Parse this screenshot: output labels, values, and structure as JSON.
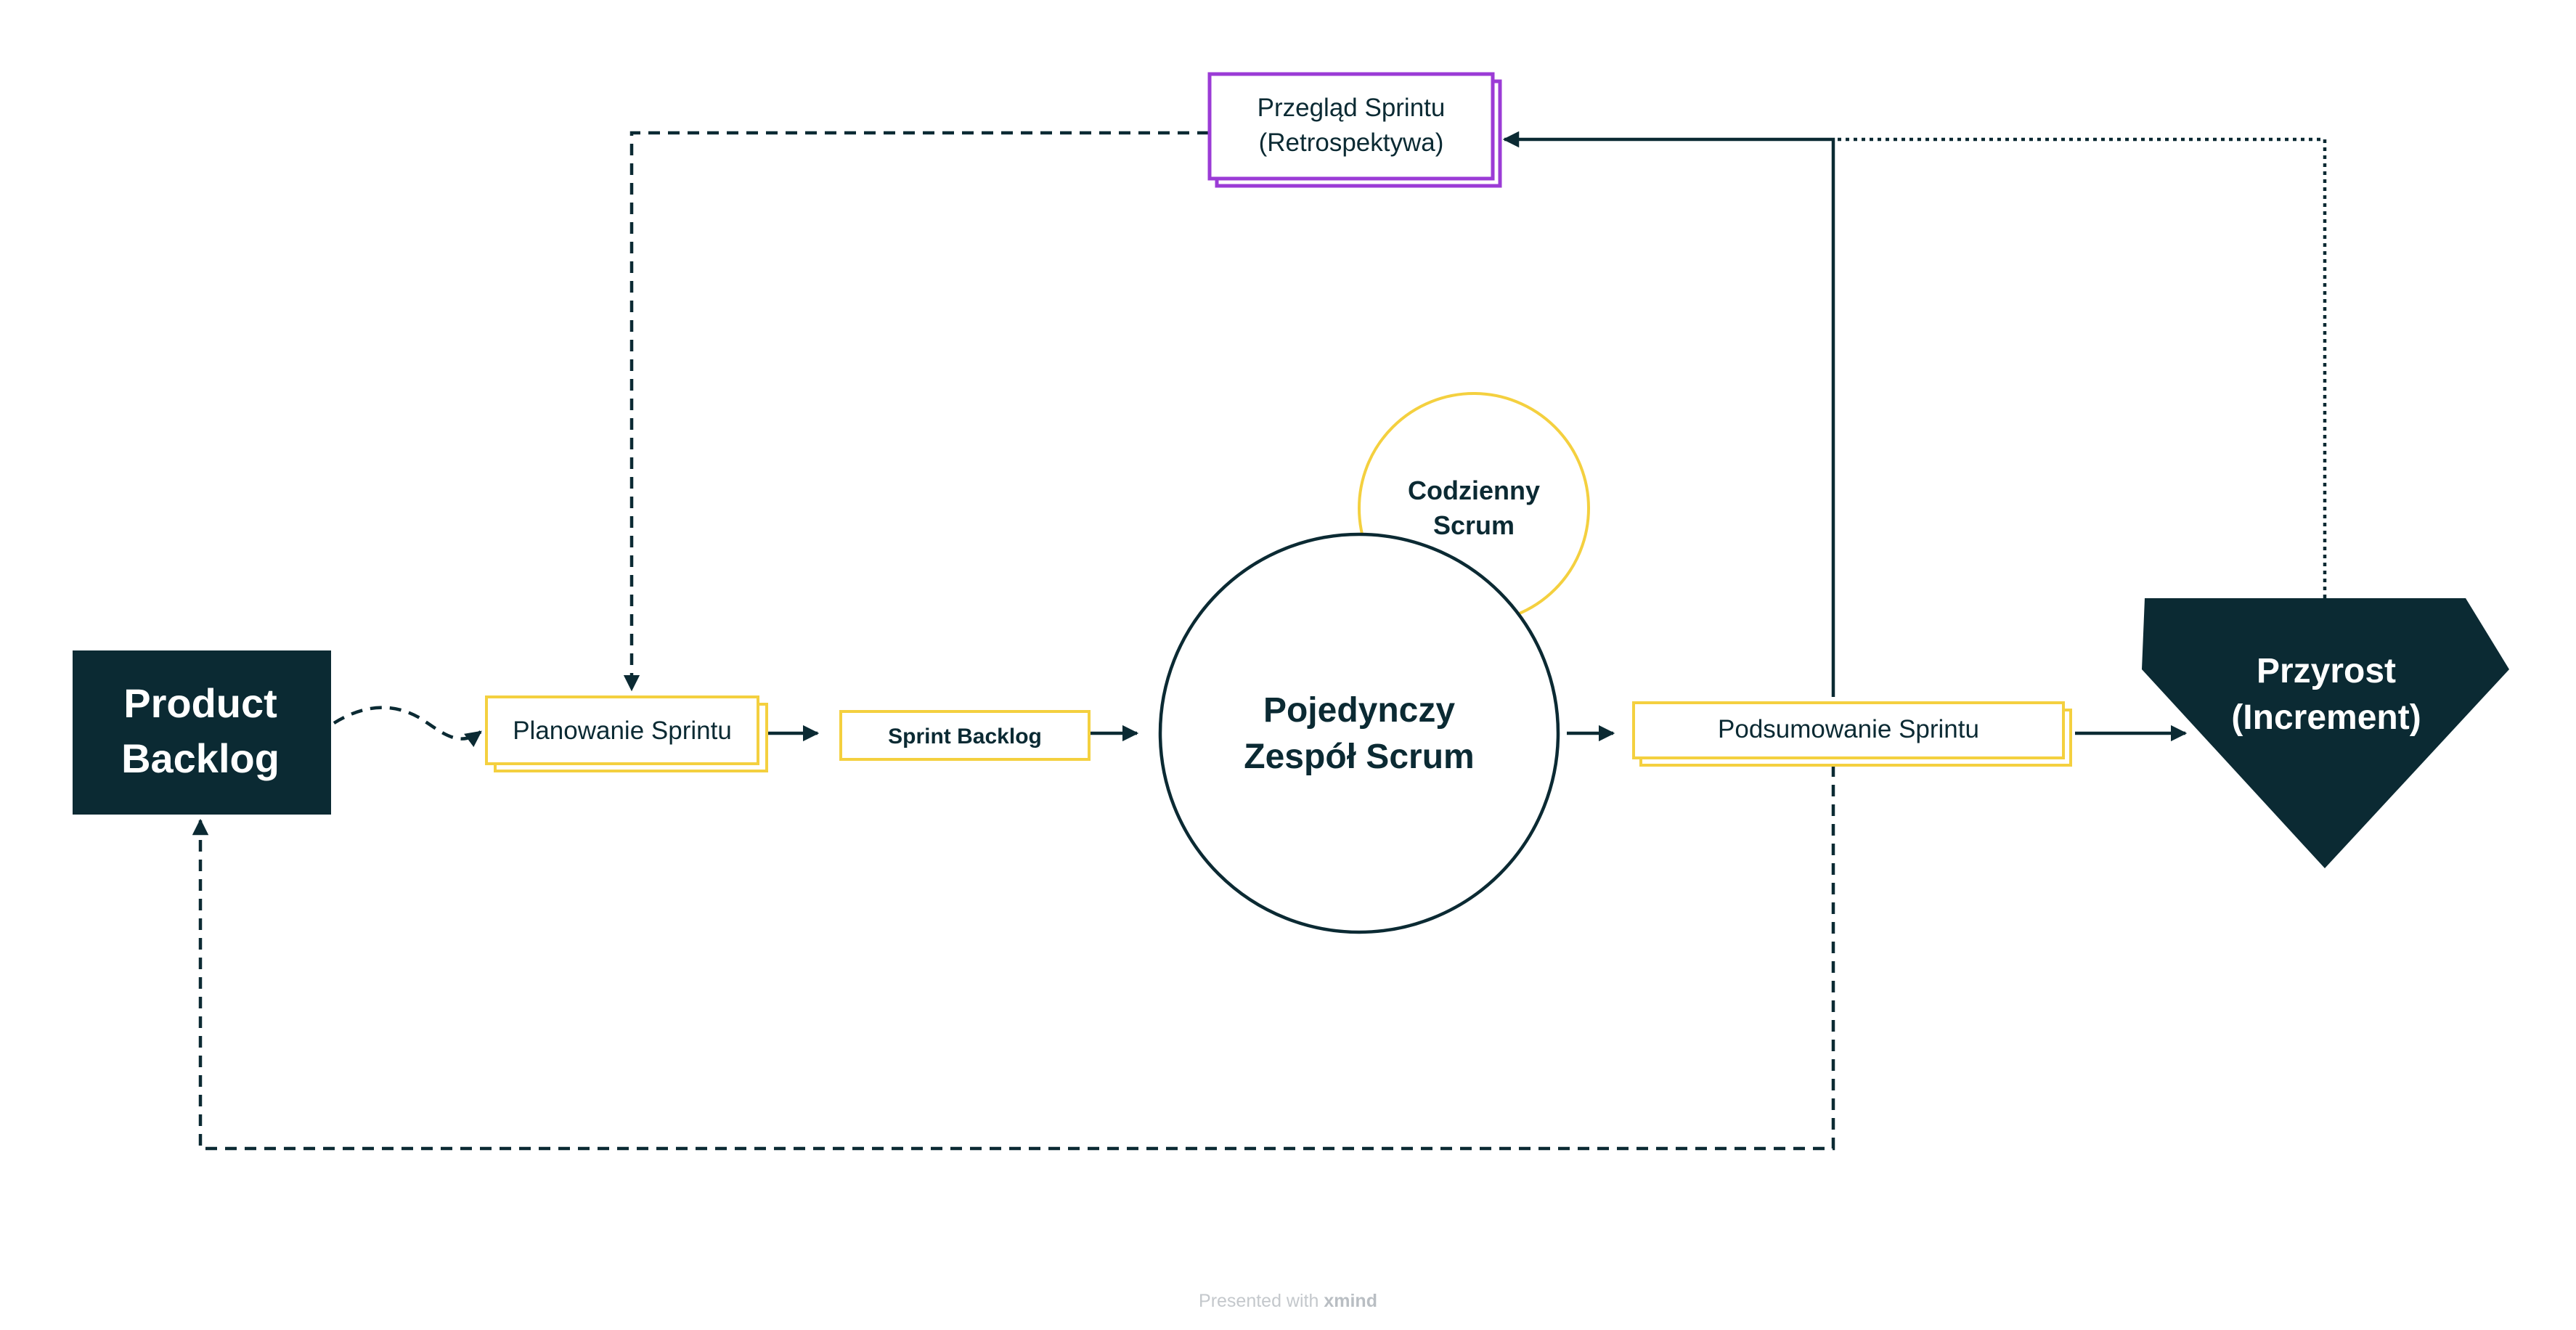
{
  "colors": {
    "dark": "#0b2a33",
    "yellow": "#f4d03f",
    "purple": "#9b3bd6",
    "white": "#ffffff",
    "footer": "#c4c8cc"
  },
  "nodes": {
    "product_backlog": [
      "Product",
      "Backlog"
    ],
    "planowanie": "Planowanie Sprintu",
    "sprint_backlog": "Sprint Backlog",
    "zespol": [
      "Pojedynczy",
      "Zespół Scrum"
    ],
    "codzienny": [
      "Codzienny",
      "Scrum"
    ],
    "podsumowanie": "Podsumowanie Sprintu",
    "przeglad": [
      "Przegląd Sprintu",
      "(Retrospektywa)"
    ],
    "przyrost": [
      "Przyrost",
      "(Increment)"
    ]
  },
  "footer": {
    "prefix": "Presented with",
    "brand": "xmind"
  }
}
